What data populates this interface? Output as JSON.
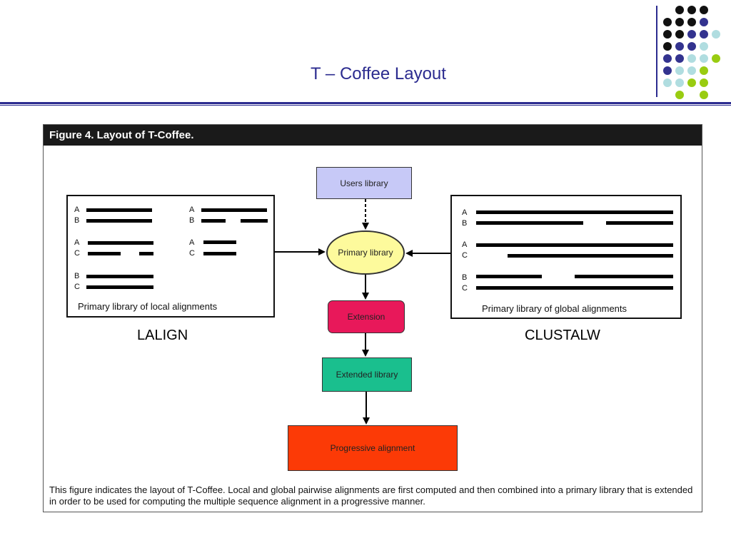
{
  "slide": {
    "title": "T – Coffee Layout"
  },
  "figure": {
    "header": "Figure 4. Layout of T-Coffee.",
    "caption": "This figure indicates the layout of T-Coffee. Local and global pairwise alignments are first computed and then combined into a primary library that is extended in order to be used for computing the multiple sequence alignment in a progressive manner.",
    "nodes": {
      "users_library": "Users library",
      "primary_library": "Primary library",
      "extension": "Extension",
      "extended_library": "Extended library",
      "progressive_alignment": "Progressive alignment"
    },
    "local_panel": {
      "caption": "Primary library of local alignments",
      "program": "LALIGN",
      "letters": [
        "A",
        "B",
        "A",
        "B",
        "A",
        "C",
        "A",
        "C",
        "B",
        "C"
      ]
    },
    "global_panel": {
      "caption": "Primary library of global alignments",
      "program": "CLUSTALW",
      "letters": [
        "A",
        "B",
        "A",
        "C",
        "B",
        "C"
      ]
    }
  },
  "colors": {
    "title": "#2b2b8f",
    "users_library": "#c7c9f7",
    "primary_library": "#fdfa9c",
    "extension": "#e8185a",
    "extended_library": "#1abf8e",
    "progressive_alignment": "#fc3a06",
    "dot_black": "#111111",
    "dot_navy": "#33338f",
    "dot_lightblue": "#b0dde0",
    "dot_green": "#99cc11"
  }
}
